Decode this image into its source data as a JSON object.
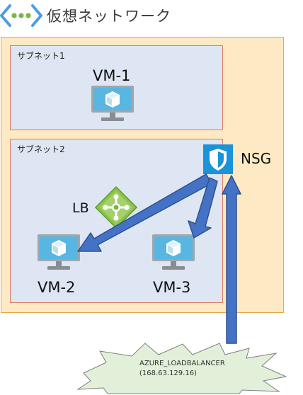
{
  "header": {
    "title": "仮想ネットワーク",
    "icon": "virtual-network-icon"
  },
  "subnets": [
    {
      "label": "サブネット1"
    },
    {
      "label": "サブネット2"
    }
  ],
  "vms": [
    {
      "label": "VM-1",
      "icon": "virtual-machine-icon"
    },
    {
      "label": "VM-2",
      "icon": "virtual-machine-icon"
    },
    {
      "label": "VM-3",
      "icon": "virtual-machine-icon"
    }
  ],
  "nsg": {
    "label": "NSG",
    "icon": "shield-icon"
  },
  "load_balancer": {
    "label": "LB",
    "icon": "load-balancer-icon"
  },
  "service_tag": {
    "name": "AZURE_LOADBALANCER",
    "address": "(168.63.129.16)"
  },
  "colors": {
    "vnet_fill": "#fde9c4",
    "vnet_border": "#e1a94a",
    "subnet_fill": "#dde6f2",
    "subnet_border": "#e07a5f",
    "arrow_fill": "#4472c4",
    "arrow_border": "#2f528f",
    "star_fill": "#e2f0d9",
    "nsg_blue": "#1b93d8",
    "lb_green": "#7ab648"
  }
}
